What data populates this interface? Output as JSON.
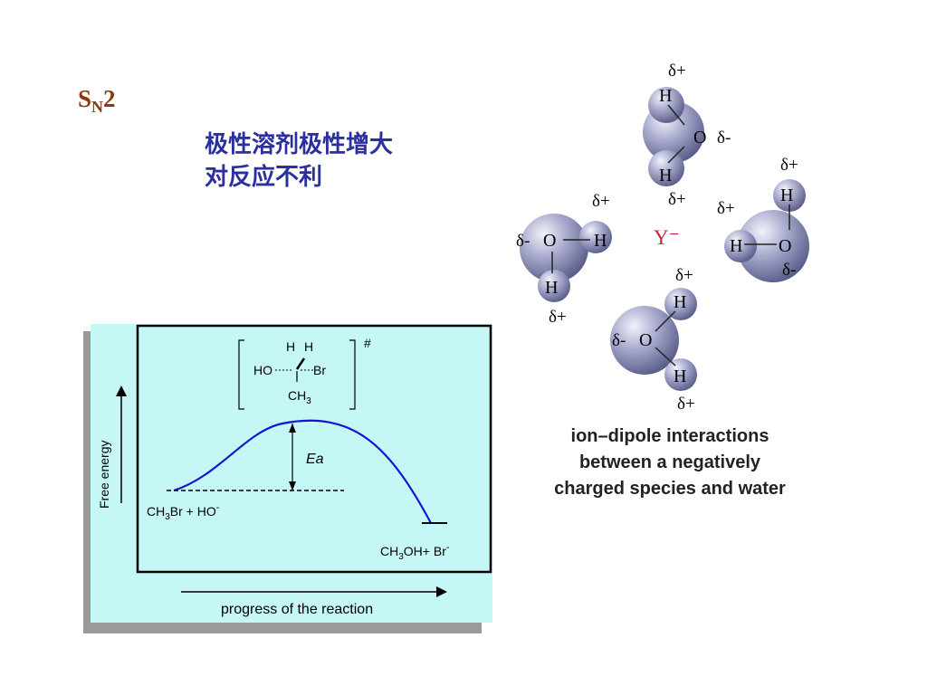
{
  "slide": {
    "title_main": "S",
    "title_sub": "N",
    "title_num": "2",
    "note_lines": [
      "极性溶剂极性增大",
      "对反应不利"
    ]
  },
  "energy_diagram": {
    "y_axis_label": "Free energy",
    "x_axis_label": "progress of the reaction",
    "ts_marker": "#",
    "ts_labels": {
      "h1": "H",
      "h2": "H",
      "left": "HO",
      "right": "Br",
      "bottom": "CH",
      "bottom_sub": "3"
    },
    "ea_label": "Ea",
    "reactant": {
      "a": "CH",
      "a_sub": "3",
      "b": "Br + HO",
      "b_sup": "-"
    },
    "product": {
      "a": "CH",
      "a_sub": "3",
      "b": "OH+ Br",
      "b_sup": "-"
    },
    "colors": {
      "panel": "#c6f7f7",
      "curve": "#1515d0",
      "shadow": "#9a9a9a"
    }
  },
  "water_figure": {
    "ion_label": "Y⁻",
    "delta_plus": "δ+",
    "delta_minus": "δ-",
    "caption_lines": [
      "ion–dipole interactions",
      "between a negatively",
      "charged species and water"
    ],
    "colors": {
      "ion": "#cc2233",
      "molecule_fill": "#9a9cc0"
    }
  }
}
